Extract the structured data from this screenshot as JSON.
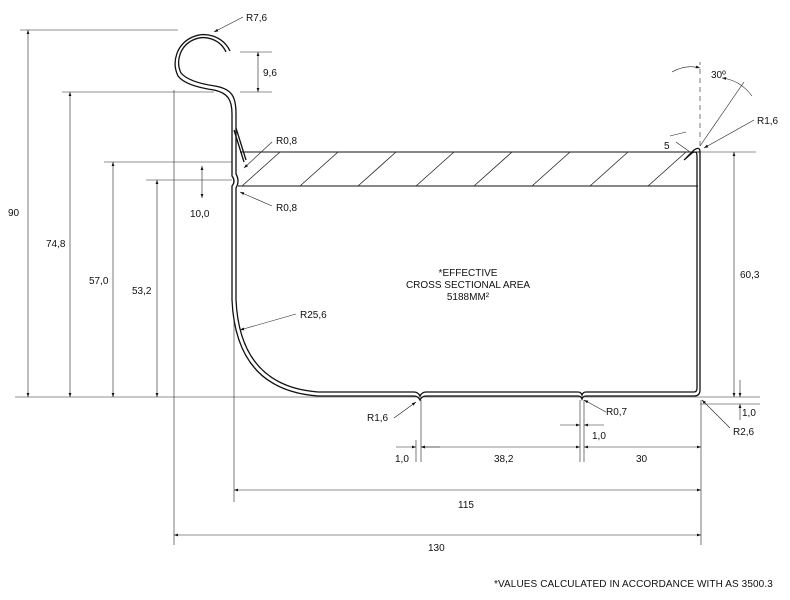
{
  "dimensions": {
    "overall_height": "90",
    "height_74": "74,8",
    "height_57": "57,0",
    "height_53": "53,2",
    "bead_drop": "9,6",
    "lip_gap": "10,0",
    "right_height": "60,3",
    "bottom_step": "1,0",
    "bottom_step_left": "1,0",
    "bottom_step_mid": "1,0",
    "span_38": "38,2",
    "span_30": "30",
    "width_115": "115",
    "width_130": "130",
    "lip_5": "5"
  },
  "radii": {
    "bead": "R7,6",
    "upper_notch": "R0,8",
    "lower_notch": "R0,8",
    "back_curve": "R25,6",
    "bottom_left_notch": "R1,6",
    "bottom_mid_notch": "R0,7",
    "front_bottom": "R2,6",
    "front_top": "R1,6"
  },
  "angle": "30º",
  "area": {
    "line1": "*EFFECTIVE",
    "line2": "CROSS SECTIONAL AREA",
    "line3": "5188MM²"
  },
  "footnote": "*VALUES CALCULATED IN ACCORDANCE WITH AS 3500.3"
}
